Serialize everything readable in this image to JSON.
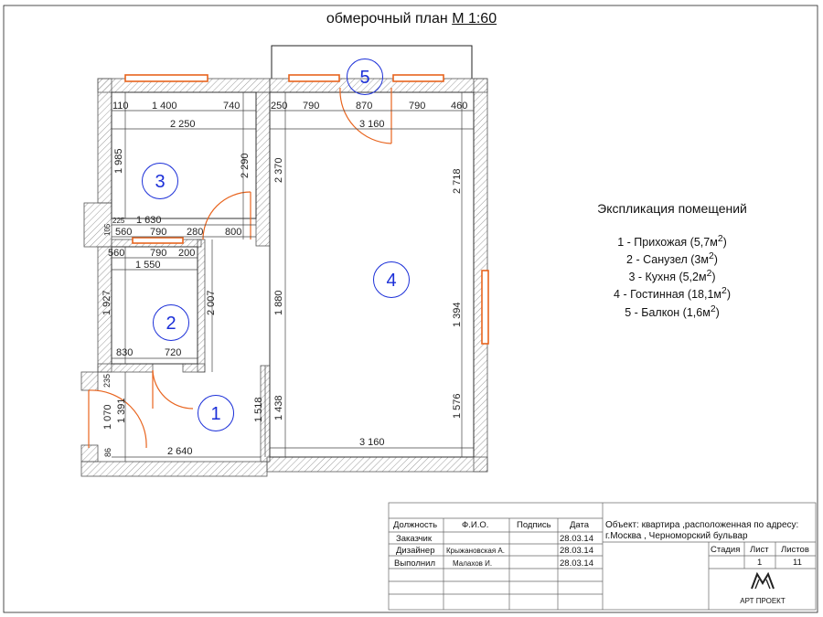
{
  "title": {
    "text": "обмерочный план",
    "scale": "М 1:60"
  },
  "rooms": [
    {
      "number": "1"
    },
    {
      "number": "2"
    },
    {
      "number": "3"
    },
    {
      "number": "4"
    },
    {
      "number": "5"
    }
  ],
  "dimensions": {
    "kitchen_top_a": "110",
    "kitchen_top_b": "1 400",
    "kitchen_top_c": "740",
    "kitchen_width": "2 250",
    "kitchen_left": "1 985",
    "kitchen_right": "2 290",
    "living_top_a": "250",
    "living_top_b": "790",
    "living_top_c": "870",
    "living_top_d": "790",
    "living_top_e": "460",
    "living_width_top": "3 160",
    "living_left_upper": "2 370",
    "living_right_upper": "2 718",
    "between_a": "1 630",
    "between_b": "225",
    "between_c": "105",
    "between_d": "560",
    "between_e": "790",
    "between_f": "280",
    "between_g": "800",
    "bath_top_a": "560",
    "bath_top_b": "790",
    "bath_top_c": "200",
    "bath_width": "1 550",
    "bath_left": "1 927",
    "bath_right": "2 007",
    "bath_bottom_a": "830",
    "bath_bottom_b": "720",
    "hall_left_a": "235",
    "hall_left_b": "1 070",
    "hall_left_c": "1 391",
    "hall_left_d": "86",
    "hall_width": "2 640",
    "hall_right": "1 518",
    "living_left_mid": "1 880",
    "living_left_low": "1 438",
    "living_right_mid": "1 394",
    "living_right_low": "1 576",
    "living_width_bottom": "3 160"
  },
  "explication": {
    "title": "Экспликация помещений",
    "items": [
      {
        "name": "1 - Прихожая (5,7м",
        "sup": "2",
        "end": ")"
      },
      {
        "name": "2 - Санузел (3м",
        "sup": "2",
        "end": ")"
      },
      {
        "name": "3 - Кухня (5,2м",
        "sup": "2",
        "end": ")"
      },
      {
        "name": "4 - Гостинная (18,1м",
        "sup": "2",
        "end": ")"
      },
      {
        "name": "5 - Балкон (1,6м",
        "sup": "2",
        "end": ")"
      }
    ]
  },
  "stamp": {
    "headers": {
      "role": "Должность",
      "name": "Ф.И.О.",
      "sign": "Подпись",
      "date": "Дата"
    },
    "rows": [
      {
        "role": "Заказчик",
        "name": "",
        "date": "28.03.14"
      },
      {
        "role": "Дизайнер",
        "name": "Крыжановская А.",
        "date": "28.03.14"
      },
      {
        "role": "Выполнил",
        "name": "Малахов И.",
        "date": "28.03.14"
      }
    ],
    "object_line1": "Объект: квартира ,расположенная по адресу:",
    "object_line2": "г.Москва , Черноморский бульвар",
    "stage_label": "Стадия",
    "sheet_label": "Лист",
    "sheets_label": "Листов",
    "sheet_value": "1",
    "sheets_value": "11",
    "logo_text": "АРТ ПРОЕКТ"
  },
  "colors": {
    "wall_hatch": "#999999",
    "window": "#e8641e",
    "room_label": "#1b2fd8",
    "door": "#e8641e"
  }
}
